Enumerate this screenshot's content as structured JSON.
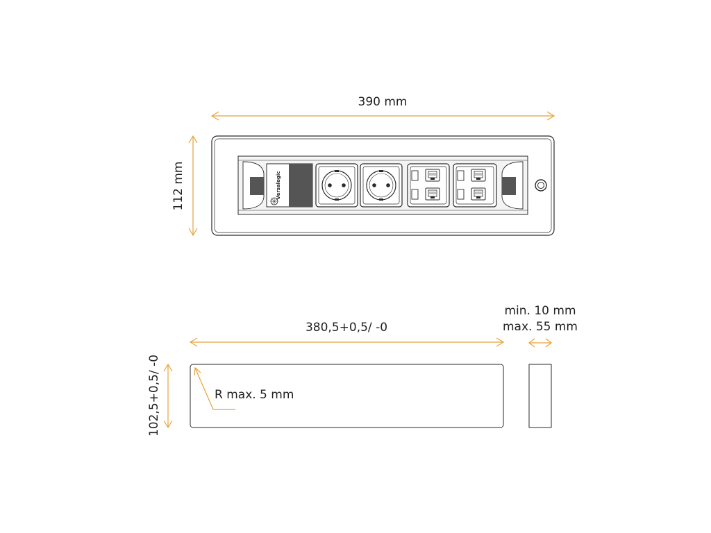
{
  "colors": {
    "dimension": "#E8A23A",
    "outline": "#2a2a2a",
    "panel_fill": "#f4f4f4",
    "dark": "#555555",
    "background": "#ffffff"
  },
  "top_view": {
    "width_label": "390 mm",
    "height_label": "112 mm",
    "brand_label": "Versalogic",
    "modules": [
      "brand-module",
      "schuko-socket",
      "schuko-socket",
      "rj45-data-module",
      "rj45-data-module"
    ]
  },
  "cutout_view": {
    "width_label": "380,5+0,5/ -0",
    "height_label": "102,5+0,5/ -0",
    "radius_label": "R max. 5 mm",
    "thickness_min_label": "min. 10 mm",
    "thickness_max_label": "max. 55 mm"
  }
}
